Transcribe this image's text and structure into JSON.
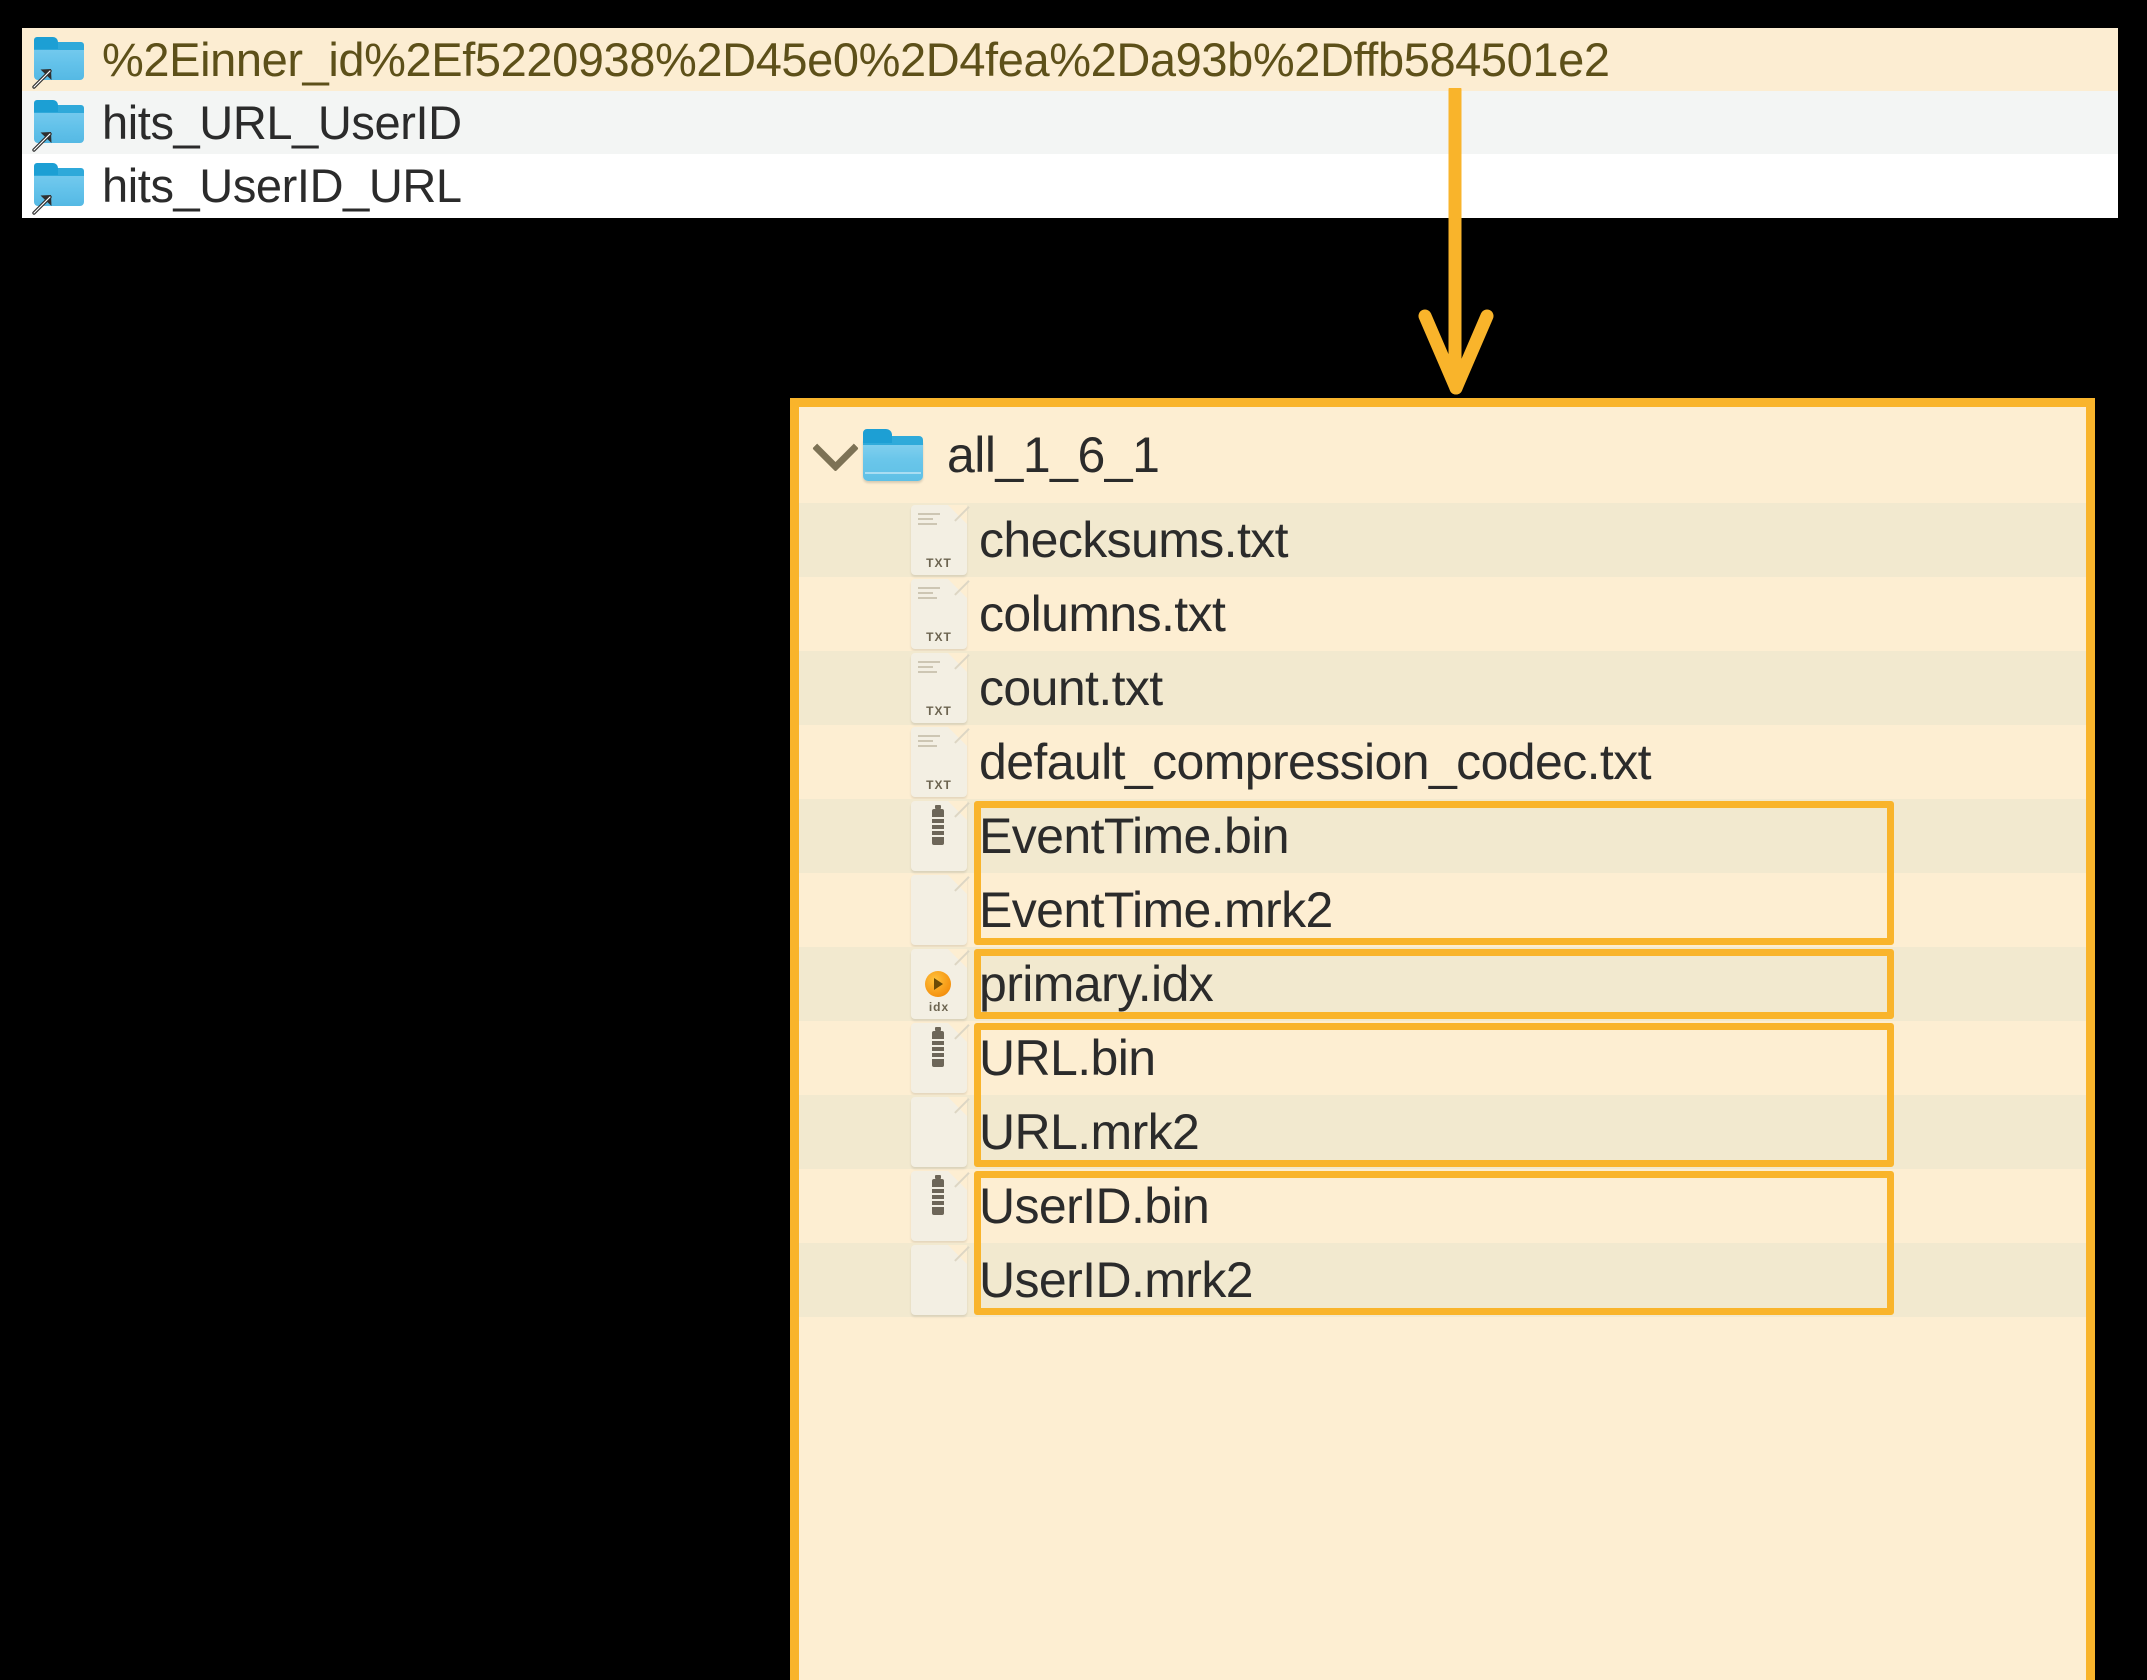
{
  "top_list": {
    "rows": [
      {
        "icon": "folder-symlink-icon",
        "label": "%2Einner_id%2Ef5220938%2D45e0%2D4fea%2Da93b%2Dffb584501e2",
        "state": "highlighted"
      },
      {
        "icon": "folder-symlink-icon",
        "label": "hits_URL_UserID",
        "state": "alternate"
      },
      {
        "icon": "folder-symlink-icon",
        "label": "hits_UserID_URL",
        "state": "plain"
      }
    ]
  },
  "connector": {
    "icon": "down-arrow-icon",
    "color": "#f9b42b"
  },
  "detail_panel": {
    "accent_color": "#f9b42b",
    "background_color": "#fdeed2",
    "zebra_color": "#f2e9cf",
    "folder": {
      "chevron": "chevron-down-icon",
      "icon": "folder-icon",
      "name": "all_1_6_1",
      "expanded": true
    },
    "files": [
      {
        "name": "checksums.txt",
        "icon": "txt-file-icon",
        "ext": "TXT",
        "zebra": true,
        "highlighted": false
      },
      {
        "name": "columns.txt",
        "icon": "txt-file-icon",
        "ext": "TXT",
        "zebra": false,
        "highlighted": false
      },
      {
        "name": "count.txt",
        "icon": "txt-file-icon",
        "ext": "TXT",
        "zebra": true,
        "highlighted": false
      },
      {
        "name": "default_compression_codec.txt",
        "icon": "txt-file-icon",
        "ext": "TXT",
        "zebra": false,
        "highlighted": false
      },
      {
        "name": "EventTime.bin",
        "icon": "bin-file-icon",
        "ext": "",
        "zebra": true,
        "highlighted": true
      },
      {
        "name": "EventTime.mrk2",
        "icon": "mrk2-file-icon",
        "ext": "",
        "zebra": false,
        "highlighted": true
      },
      {
        "name": "primary.idx",
        "icon": "idx-file-icon",
        "ext": "idx",
        "zebra": true,
        "highlighted": true
      },
      {
        "name": "URL.bin",
        "icon": "bin-file-icon",
        "ext": "",
        "zebra": false,
        "highlighted": true
      },
      {
        "name": "URL.mrk2",
        "icon": "mrk2-file-icon",
        "ext": "",
        "zebra": true,
        "highlighted": true
      },
      {
        "name": "UserID.bin",
        "icon": "bin-file-icon",
        "ext": "",
        "zebra": false,
        "highlighted": true
      },
      {
        "name": "UserID.mrk2",
        "icon": "mrk2-file-icon",
        "ext": "",
        "zebra": true,
        "highlighted": true
      }
    ],
    "highlight_groups": [
      {
        "label": "EventTime-group",
        "start_index": 4,
        "end_index": 5
      },
      {
        "label": "primary-idx-group",
        "start_index": 6,
        "end_index": 6
      },
      {
        "label": "URL-group",
        "start_index": 7,
        "end_index": 8
      },
      {
        "label": "UserID-group",
        "start_index": 9,
        "end_index": 10
      }
    ]
  }
}
